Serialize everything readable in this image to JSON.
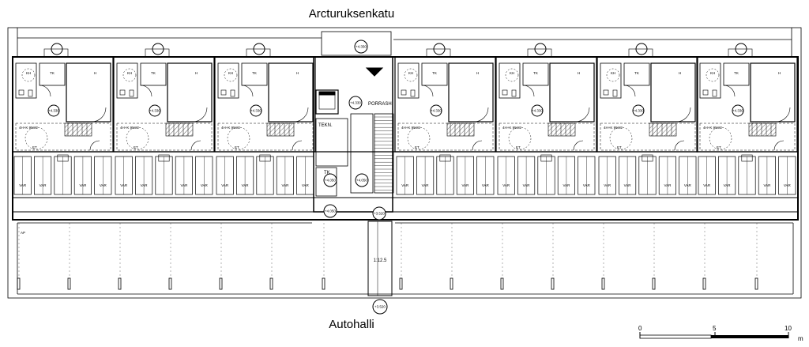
{
  "street_top": "Arcturuksenkatu",
  "street_bottom": "Autohalli",
  "colors": {
    "line": "#000000",
    "background": "#ffffff",
    "hatch": "#000000"
  },
  "units": [
    {
      "kh": "KH",
      "tk": "TK",
      "h": "H",
      "area": "4H+K 95m2",
      "et": "ET",
      "level": "+4.330"
    },
    {
      "kh": "KH",
      "tk": "TK",
      "h": "H",
      "area": "4H+K 95m2",
      "et": "ET",
      "level": "+4.330"
    },
    {
      "kh": "KH",
      "tk": "TK",
      "h": "H",
      "area": "4H+K 95m2",
      "et": "ET",
      "level": "+4.330"
    },
    {
      "kh": "KH",
      "tk": "TK",
      "h": "H",
      "area": "4H+K 95m2",
      "et": "ET",
      "level": "+4.330"
    },
    {
      "kh": "KH",
      "tk": "TK",
      "h": "H",
      "area": "4H+K 95m2",
      "et": "ET",
      "level": "+4.330"
    },
    {
      "kh": "KH",
      "tk": "TK",
      "h": "H",
      "area": "4H+K 95m2",
      "et": "ET",
      "level": "+4.330"
    },
    {
      "kh": "KH",
      "tk": "TK",
      "h": "H",
      "area": "4H+K 95m2",
      "et": "ET",
      "level": "+4.330"
    }
  ],
  "storage_label": "VAR",
  "core": {
    "stair_label": "PORRASH",
    "tech_label": "TEKN.",
    "tk_label": "TK",
    "levels": [
      "+4.330",
      "+4.330",
      "+4.050",
      "+4.050",
      "+4.050",
      "+3.520"
    ]
  },
  "yard_level": "+4.350",
  "garage": {
    "ramp_slope": "1:12.5",
    "ap_label": "AP",
    "entrance_level": "+3.520"
  },
  "scale_bar": {
    "ticks": [
      "0",
      "5",
      "10"
    ],
    "unit": "m"
  }
}
